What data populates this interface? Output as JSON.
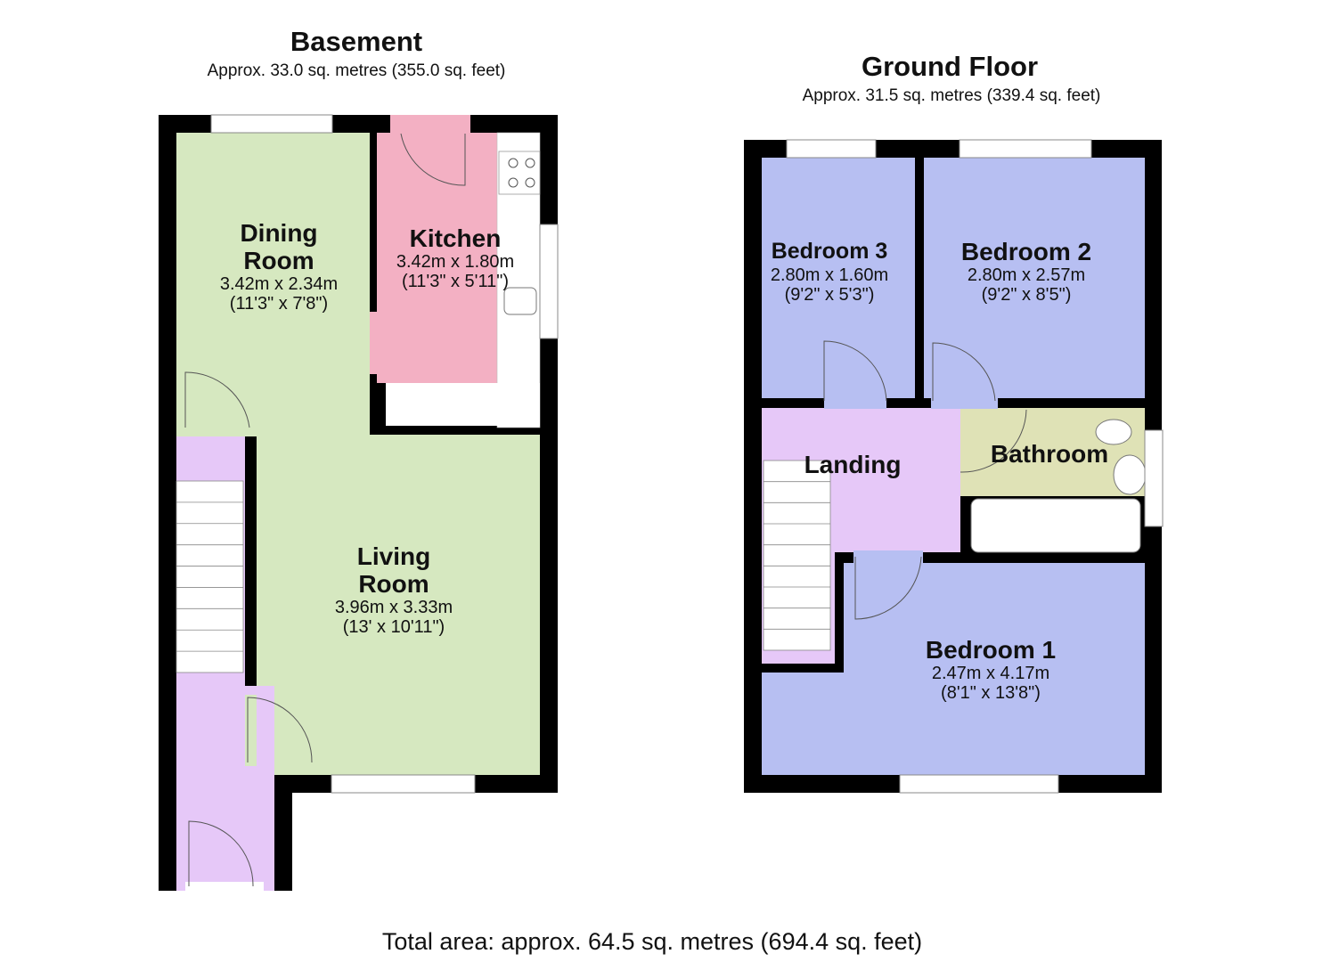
{
  "colors": {
    "wall": "#000000",
    "dining_living": "#d6e8c0",
    "kitchen": "#f3b0c3",
    "hall_landing": "#e6c8f8",
    "bedroom": "#b7bff2",
    "bathroom": "#dfe2b6",
    "fixture": "#ffffff"
  },
  "basement": {
    "title": "Basement",
    "area": "Approx. 33.0 sq. metres (355.0 sq. feet)",
    "rooms": [
      {
        "name_line1": "Dining",
        "name_line2": "Room",
        "metric": "3.42m x 2.34m",
        "imperial": "(11'3\" x 7'8\")"
      },
      {
        "name_line1": "Kitchen",
        "metric": "3.42m x 1.80m",
        "imperial": "(11'3\" x 5'11\")"
      },
      {
        "name_line1": "Living",
        "name_line2": "Room",
        "metric": "3.96m x 3.33m",
        "imperial": "(13' x 10'11\")"
      }
    ]
  },
  "ground_floor": {
    "title": "Ground Floor",
    "area": "Approx. 31.5 sq. metres (339.4 sq. feet)",
    "rooms": [
      {
        "name_line1": "Bedroom 3",
        "metric": "2.80m x 1.60m",
        "imperial": "(9'2\" x 5'3\")"
      },
      {
        "name_line1": "Bedroom 2",
        "metric": "2.80m x 2.57m",
        "imperial": "(9'2\" x 8'5\")"
      },
      {
        "name_line1": "Landing"
      },
      {
        "name_line1": "Bathroom"
      },
      {
        "name_line1": "Bedroom 1",
        "metric": "2.47m x 4.17m",
        "imperial": "(8'1\" x 13'8\")"
      }
    ]
  },
  "total_area": "Total area: approx. 64.5 sq. metres (694.4 sq. feet)"
}
